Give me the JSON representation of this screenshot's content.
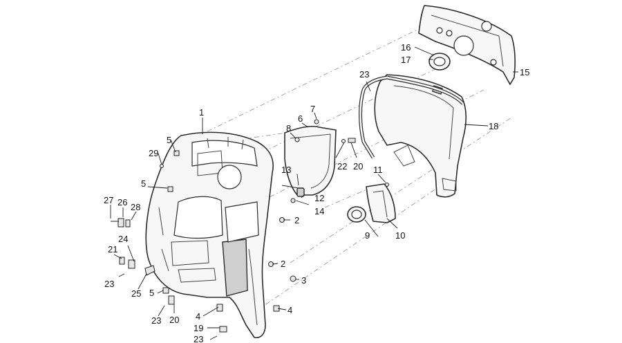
{
  "callouts": [
    {
      "id": "c1",
      "text": "1"
    },
    {
      "id": "c2a",
      "text": "2"
    },
    {
      "id": "c2b",
      "text": "2"
    },
    {
      "id": "c3",
      "text": "3"
    },
    {
      "id": "c4a",
      "text": "4"
    },
    {
      "id": "c4b",
      "text": "4"
    },
    {
      "id": "c5a",
      "text": "5"
    },
    {
      "id": "c5b",
      "text": "5"
    },
    {
      "id": "c5c",
      "text": "5"
    },
    {
      "id": "c6",
      "text": "6"
    },
    {
      "id": "c7",
      "text": "7"
    },
    {
      "id": "c8",
      "text": "8"
    },
    {
      "id": "c9",
      "text": "9"
    },
    {
      "id": "c10",
      "text": "10"
    },
    {
      "id": "c11",
      "text": "11"
    },
    {
      "id": "c12",
      "text": "12"
    },
    {
      "id": "c13",
      "text": "13"
    },
    {
      "id": "c14",
      "text": "14"
    },
    {
      "id": "c15",
      "text": "15"
    },
    {
      "id": "c16",
      "text": "16"
    },
    {
      "id": "c17",
      "text": "17"
    },
    {
      "id": "c18",
      "text": "18"
    },
    {
      "id": "c19",
      "text": "19"
    },
    {
      "id": "c20a",
      "text": "20"
    },
    {
      "id": "c20b",
      "text": "20"
    },
    {
      "id": "c21",
      "text": "21"
    },
    {
      "id": "c22",
      "text": "22"
    },
    {
      "id": "c23a",
      "text": "23"
    },
    {
      "id": "c23b",
      "text": "23"
    },
    {
      "id": "c23c",
      "text": "23"
    },
    {
      "id": "c23d",
      "text": "23"
    },
    {
      "id": "c24",
      "text": "24"
    },
    {
      "id": "c25",
      "text": "25"
    },
    {
      "id": "c26",
      "text": "26"
    },
    {
      "id": "c27",
      "text": "27"
    },
    {
      "id": "c28",
      "text": "28"
    },
    {
      "id": "c29",
      "text": "29"
    }
  ]
}
